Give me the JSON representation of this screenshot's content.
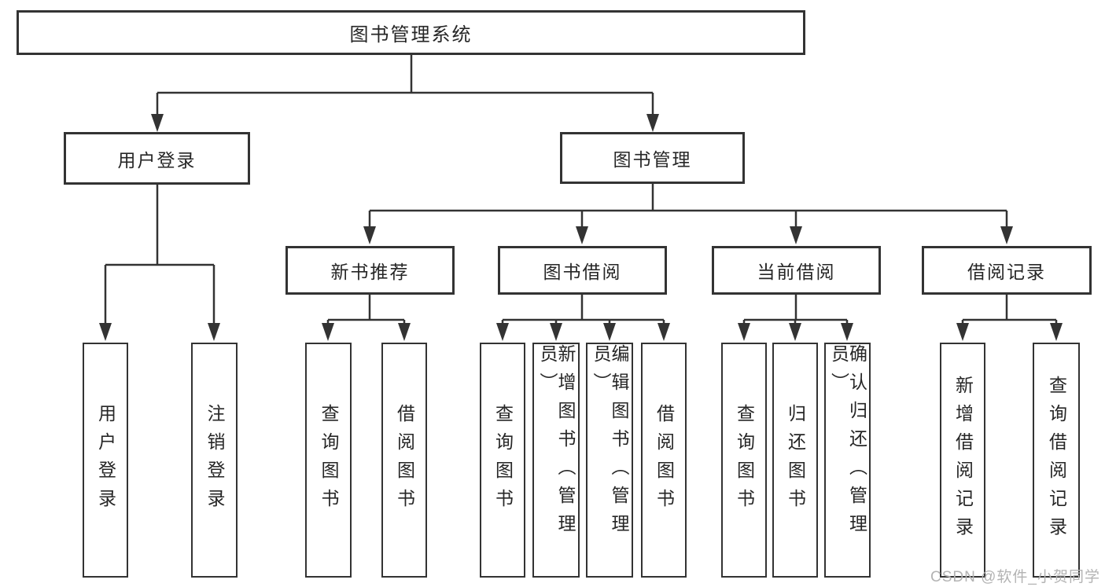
{
  "diagram_type": "hierarchy-tree",
  "tree": {
    "label": "图书管理系统",
    "children": [
      {
        "label": "用户登录",
        "children": [
          {
            "label": "用户登录"
          },
          {
            "label": "注销登录"
          }
        ]
      },
      {
        "label": "图书管理",
        "children": [
          {
            "label": "新书推荐",
            "children": [
              {
                "label": "查询图书"
              },
              {
                "label": "借阅图书"
              }
            ]
          },
          {
            "label": "图书借阅",
            "children": [
              {
                "label": "查询图书"
              },
              {
                "label": "新增图书（管理员）"
              },
              {
                "label": "编辑图书（管理员）"
              },
              {
                "label": "借阅图书"
              }
            ]
          },
          {
            "label": "当前借阅",
            "children": [
              {
                "label": "查询图书"
              },
              {
                "label": "归还图书"
              },
              {
                "label": "确认归还（管理员）"
              }
            ]
          },
          {
            "label": "借阅记录",
            "children": [
              {
                "label": "新增借阅记录"
              },
              {
                "label": "查询借阅记录"
              }
            ]
          }
        ]
      }
    ]
  },
  "watermark": {
    "text": "CSDN @软件_小贺同学"
  },
  "colors": {
    "line": "#333333",
    "box_border": "#333333",
    "text": "#262626",
    "background": "#ffffff",
    "watermark": "#b3b3b3"
  }
}
